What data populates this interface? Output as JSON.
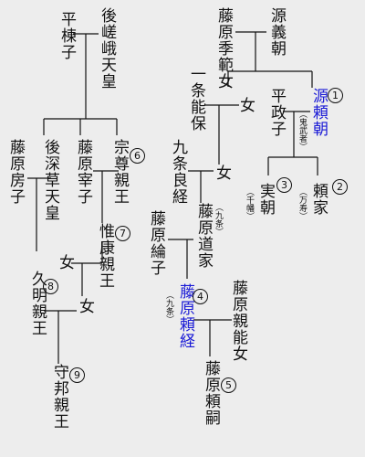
{
  "people": {
    "taira_muneko": "平棟子",
    "gosaga": "後嵯峨天皇",
    "fujiwara_suenori": "藤原季範女",
    "minamoto_yoshitomo": "源義朝",
    "ichijo_yoshiyasu": "一条能保",
    "taira_masako": "平政子",
    "minamoto_yoritomo": "源頼朝",
    "yoritomo_note": "（鬼武者）",
    "woman_1": "女",
    "woman_2": "女",
    "woman_3": "女",
    "woman_4": "女",
    "fujiwara_fusako": "藤原房子",
    "gofukakusa": "後深草天皇",
    "fujiwara_saiko": "藤原宰子",
    "munetaka": "宗尊親王",
    "koreyasu": "惟康親王",
    "kujo_yoshitsune": "九条良経",
    "sanetomo": "実朝",
    "sanetomo_note": "（千幡）",
    "yoriie": "頼家",
    "yoriie_note": "（万寿）",
    "fujiwara_michiie": "藤原道家",
    "michiie_note": "（九条）",
    "fujiwara_rinshi": "藤原綸子",
    "hisaakira": "久明親王",
    "fujiwara_yoritsune": "藤原頼経",
    "yoritsune_note": "（九条）",
    "fujiwara_chikayoshi_daughter": "藤原親能女",
    "moriyasu": "守邦親王",
    "fujiwara_yoritsugu": "藤原頼嗣"
  },
  "badges": {
    "b1": "1",
    "b2": "2",
    "b3": "3",
    "b4": "4",
    "b5": "5",
    "b6": "6",
    "b7": "7",
    "b8": "8",
    "b9": "9"
  },
  "colors": {
    "shogun_highlight": "#1a1ad6",
    "line": "#111111",
    "background": "#ededed"
  }
}
